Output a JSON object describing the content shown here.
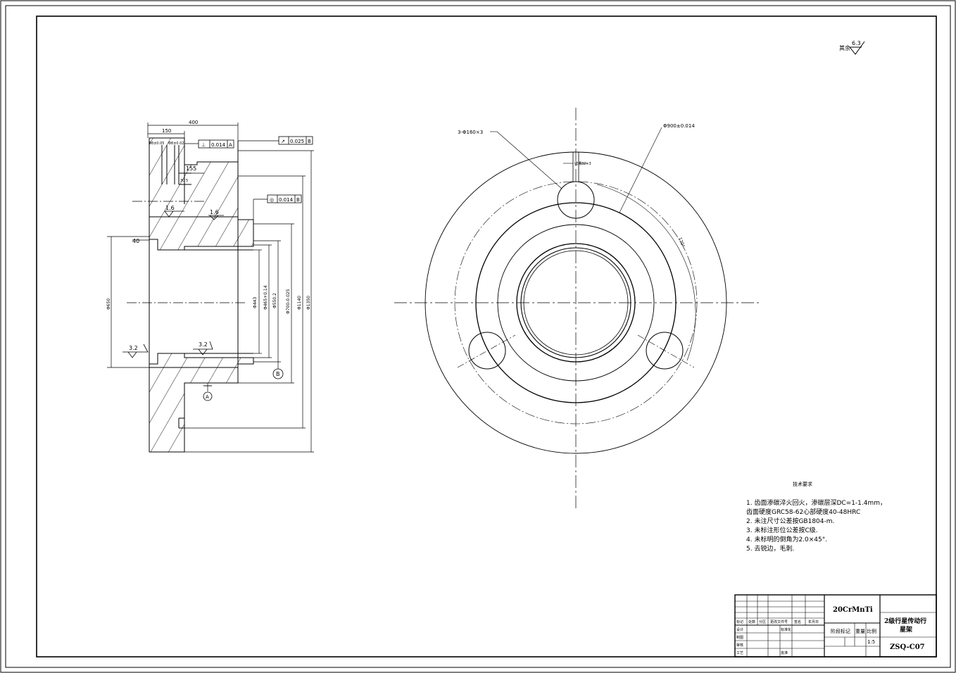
{
  "surface_finish": {
    "label": "其余",
    "value": "6.3"
  },
  "section_view": {
    "dims": {
      "overall_length": "400",
      "flange_length": "150",
      "hole_depth": "155",
      "small_a": "Φ8±0.05",
      "small_b": "Φ8±0.02",
      "small_c": "30",
      "small_d": "5",
      "shoulder": "40",
      "d_bore": "Φ650",
      "d_443": "Φ443",
      "d_465": "Φ465+0.14",
      "d_550": "Φ550.2",
      "d_700": "Φ700-0.025",
      "d_1140": "Φ1140",
      "d_1350": "Φ1350"
    },
    "roughness": [
      "1.6",
      "1.6",
      "3.2",
      "3.2"
    ],
    "tolerances": [
      {
        "symbol": "⊥",
        "value": "0.014",
        "datum": "A"
      },
      {
        "symbol": "↗",
        "value": "0.025",
        "datum": "B"
      },
      {
        "symbol": "◎",
        "value": "0.014",
        "datum": "B"
      }
    ],
    "datum_labels": [
      "B",
      "A"
    ]
  },
  "front_view": {
    "labels": {
      "holes": "3-Φ160×3",
      "pcd": "Φ900±0.014",
      "key": "键槽32×3",
      "angle": "120°"
    }
  },
  "tech_requirements": {
    "title": "技术要求",
    "items": [
      "1. 齿面渗碳淬火回火，渗碳层深DC=1-1.4mm，",
      "   齿面硬度GRC58-62心部硬度40-48HRC",
      "2. 未注尺寸公差按GB1804-m.",
      "3. 未标注形位公差按C级.",
      "4. 未标明的倒角为2.0×45°.",
      "5. 去锐边，毛刺."
    ]
  },
  "title_block": {
    "material": "20CrMnTi",
    "part_name_1": "2级行星传动行",
    "part_name_2": "星架",
    "drawing_no": "ZSQ-C07",
    "scale": "1:5",
    "header": [
      "标记",
      "处数",
      "分区",
      "更改文件号",
      "签名",
      "年月日"
    ],
    "rows": [
      "设计",
      "制图",
      "审核",
      "工艺"
    ],
    "std": "标准化",
    "approve": "批准",
    "stage": "阶段标记",
    "weight": "重量",
    "ratio": "比例"
  }
}
